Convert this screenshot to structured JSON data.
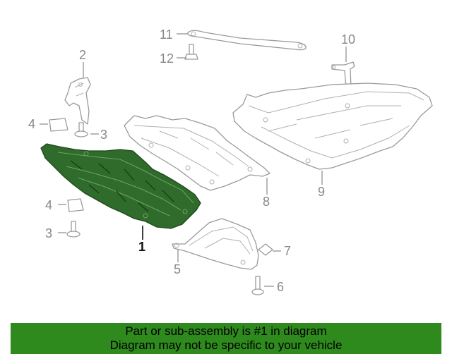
{
  "callouts": {
    "c1": "1",
    "c2": "2",
    "c3a": "3",
    "c3b": "3",
    "c4a": "4",
    "c4b": "4",
    "c5": "5",
    "c6": "6",
    "c7": "7",
    "c8": "8",
    "c9": "9",
    "c10": "10",
    "c11": "11",
    "c12": "12"
  },
  "banner": {
    "line1": "Part or sub-assembly is #1 in diagram",
    "line2": "Diagram may not be specific to your vehicle",
    "color": "#2f8a1e"
  },
  "highlight_color": "#2f6b2a",
  "selected_part": "1"
}
